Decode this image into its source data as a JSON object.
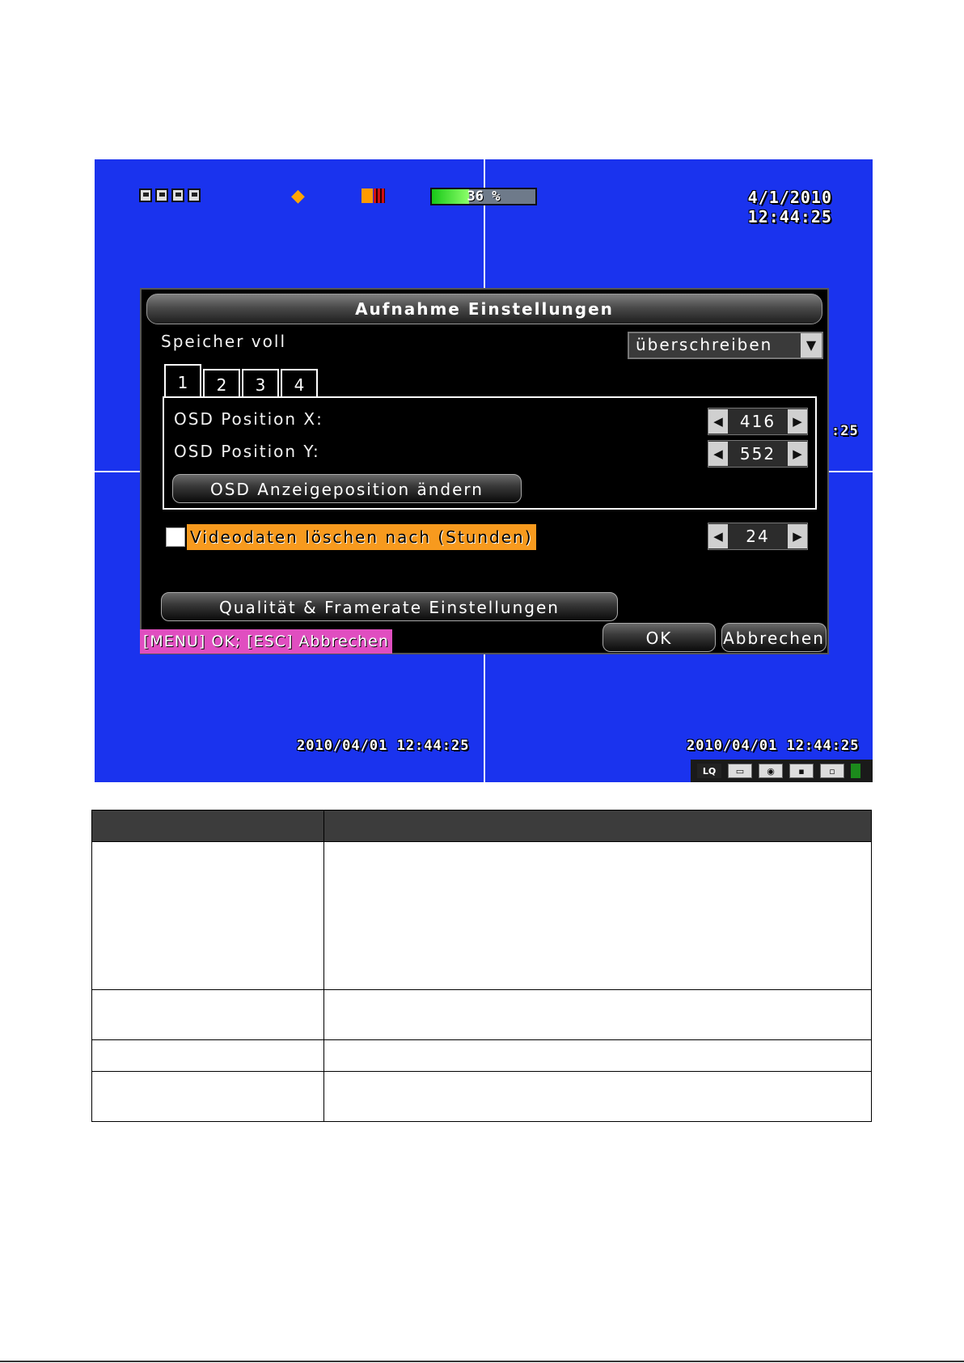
{
  "status_bar": {
    "cameras": [
      "camera-1",
      "camera-2",
      "camera-3",
      "camera-4"
    ],
    "alarm_icon": "alarm-icon",
    "record_icon": "record-icon",
    "hdd_percent": 36,
    "hdd_label": "36 %",
    "date": "4/1/2010",
    "time": "12:44:25"
  },
  "timestamps": {
    "left": "2010/04/01 12:44:25",
    "right": "2010/04/01 12:44:25",
    "partial": ":25"
  },
  "taskbar": {
    "items": [
      "LQ",
      "single-view-icon",
      "quad-view-icon",
      "snapshot-icon",
      "camera-icon"
    ]
  },
  "dialog": {
    "title": "Aufnahme Einstellungen",
    "storage_full_label": "Speicher voll",
    "storage_full_value": "überschreiben",
    "tabs": [
      "1",
      "2",
      "3",
      "4"
    ],
    "osd_x_label": "OSD Position X:",
    "osd_x_value": "416",
    "osd_y_label": "OSD Position Y:",
    "osd_y_value": "552",
    "osd_change_button": "OSD Anzeigeposition ändern",
    "delete_label": "Videodaten löschen nach (Stunden)",
    "delete_value": "24",
    "quality_button": "Qualität & Framerate Einstellungen",
    "hint": "[MENU] OK; [ESC] Abbrechen",
    "ok_button": "OK",
    "cancel_button": "Abbrechen"
  },
  "colors": {
    "screen_bg": "#1a33ee",
    "highlight": "#f79a1e",
    "hint_bg": "#e04ec0"
  }
}
